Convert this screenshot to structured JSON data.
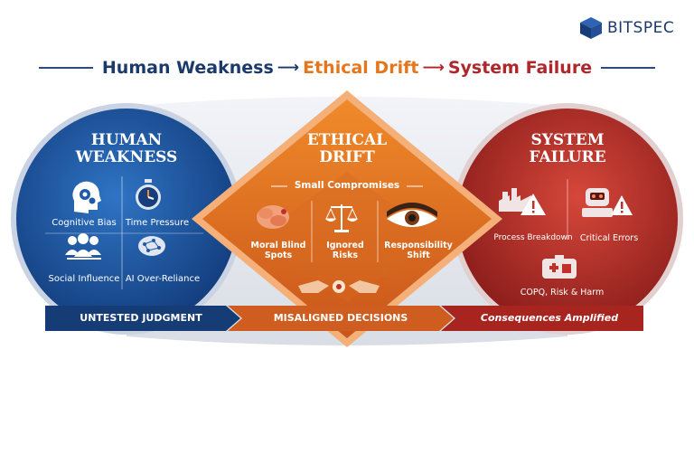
{
  "brand": {
    "name": "BITSPEC"
  },
  "headline": {
    "part1": "Human Weakness",
    "part2": "Ethical Drift",
    "part3": "System Failure",
    "colors": {
      "part1": "#1b3a6b",
      "part2": "#e6761c",
      "part3": "#b0262a"
    }
  },
  "left": {
    "title_line1": "HUMAN",
    "title_line2": "WEAKNESS",
    "items": [
      {
        "label": "Cognitive Bias",
        "icon": "head-gears-icon"
      },
      {
        "label": "Time Pressure",
        "icon": "stopwatch-icon"
      },
      {
        "label": "Social Influence",
        "icon": "people-icon"
      },
      {
        "label": "AI Over-Reliance",
        "icon": "brain-network-icon"
      }
    ],
    "color": "#1f5aa6"
  },
  "center": {
    "title_line1": "ETHICAL",
    "title_line2": "DRIFT",
    "subtitle": "Small Compromises",
    "items": [
      {
        "label_line1": "Moral Blind",
        "label_line2": "Spots",
        "icon": "brain-icon"
      },
      {
        "label_line1": "Ignored",
        "label_line2": "Risks",
        "icon": "scales-icon"
      },
      {
        "label_line1": "Responsibility",
        "label_line2": "Shift",
        "icon": "eye-icon"
      }
    ],
    "bottom_icon": "handshake-icon",
    "color": "#e8741f"
  },
  "right": {
    "title_line1": "SYSTEM",
    "title_line2": "FAILURE",
    "items": [
      {
        "label": "Process Breakdown",
        "icon": "factory-warning-icon"
      },
      {
        "label": "Critical Errors",
        "icon": "robot-warning-icon"
      },
      {
        "label": "COPQ, Risk & Harm",
        "icon": "medical-kit-icon"
      }
    ],
    "color": "#c0312b"
  },
  "band": {
    "left": "UNTESTED JUDGMENT",
    "center": "MISALIGNED DECISIONS",
    "right": "Consequences Amplified"
  }
}
